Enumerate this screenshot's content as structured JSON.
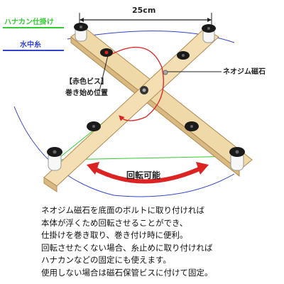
{
  "legend": {
    "hanakan_label": "ハナカン仕掛け",
    "hanakan_color": "#33cc33",
    "suichu_label": "水中糸",
    "suichu_color": "#3344cc"
  },
  "dimension": {
    "text": "25cm"
  },
  "callouts": {
    "magnet": "ネオジム磁石",
    "red_screw_line1": "【赤色ビス】",
    "red_screw_line2": "巻き始め位置"
  },
  "rotation": {
    "label": "回転可能",
    "arrow_color": "#dd2222"
  },
  "colors": {
    "wood": "#f0d9a8",
    "wood_edge": "#b08a50",
    "knob": "#1a1a1a",
    "red_screw": "#e02020"
  },
  "description": [
    "ネオジム磁石を底面のボルトに取り付ければ",
    "本体が浮くため回転させることができ、",
    "仕掛けを巻き取り、巻き付け時に便利。",
    "回転させたくない場合、糸止めに取り付ければ",
    "ハナカンなどの固定にも使えます。",
    "使用しない場合は磁石保管ビスに付けて固定。"
  ]
}
